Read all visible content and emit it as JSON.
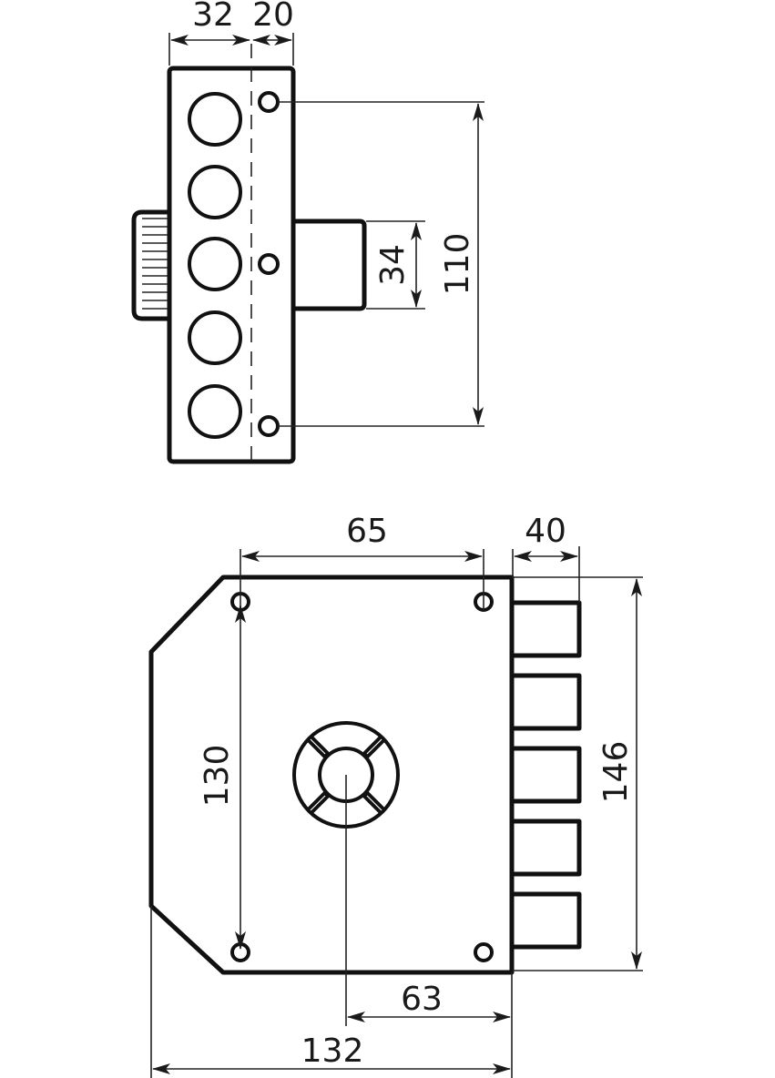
{
  "drawing": {
    "subject": "surface-mounted lock technical dimension drawing",
    "colors": {
      "line": "#111111",
      "background": "#ffffff"
    },
    "side_view": {
      "dimensions": {
        "top_left_width": "32",
        "top_right_width": "20",
        "bolt_height": "34",
        "fixing_holes_spacing": "110"
      },
      "bolt_count": 5
    },
    "front_view": {
      "dimensions": {
        "top_holes_spacing": "65",
        "bolt_projection": "40",
        "left_holes_spacing": "130",
        "total_height": "146",
        "keyhole_to_edge": "63",
        "total_width": "132"
      },
      "bolt_count": 5
    }
  }
}
